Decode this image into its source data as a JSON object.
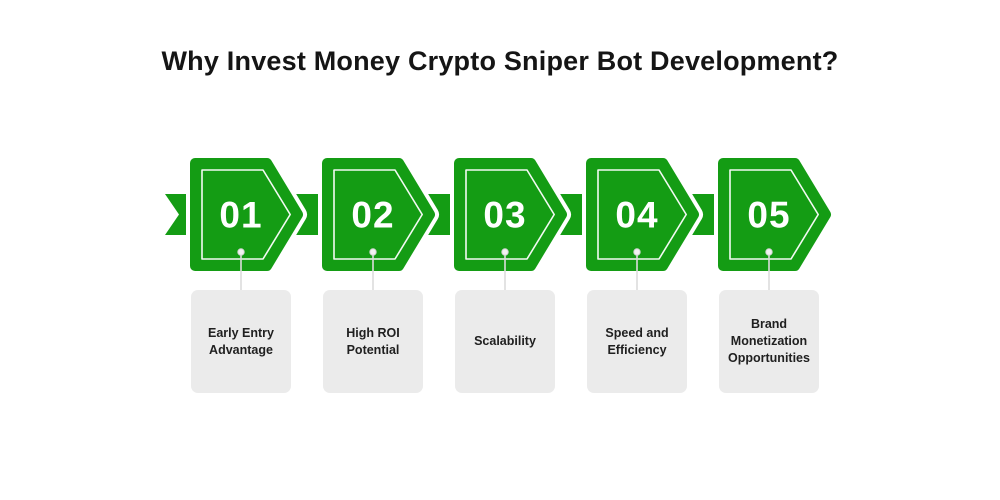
{
  "title": "Why Invest Money Crypto Sniper Bot Development?",
  "colors": {
    "green": "#149C14",
    "card_bg": "#EBEBEB",
    "connector": "#DCDCDC",
    "title_color": "#151515",
    "card_text": "#202020",
    "number_color": "#FFFFFF"
  },
  "steps": [
    {
      "number": "01",
      "label": "Early Entry Advantage"
    },
    {
      "number": "02",
      "label": "High ROI Potential"
    },
    {
      "number": "03",
      "label": "Scalability"
    },
    {
      "number": "04",
      "label": "Speed and Efficiency"
    },
    {
      "number": "05",
      "label": "Brand Monetization Opportunities"
    }
  ]
}
